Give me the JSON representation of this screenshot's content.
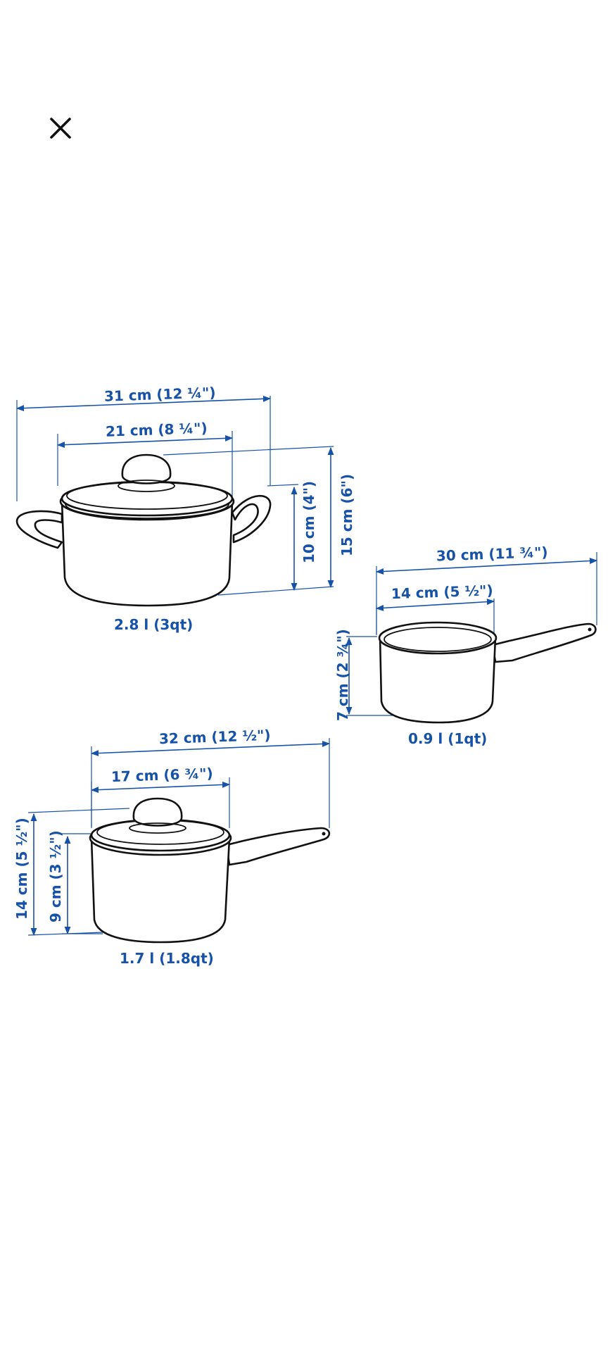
{
  "toolbar": {
    "close_icon": "close-icon"
  },
  "colors": {
    "dimension_blue": "#1752a9",
    "line_black": "#111111",
    "background": "#ffffff"
  },
  "casserole": {
    "width_handles": "31 cm (12 ¼\")",
    "width_body": "21 cm (8 ¼\")",
    "height_total": "15 cm (6\")",
    "height_body": "10 cm (4\")",
    "volume": "2.8 l (3qt)"
  },
  "small_saucepan": {
    "length_total": "30 cm (11 ¾\")",
    "width_body": "14 cm (5 ½\")",
    "height_body": "7 cm (2 ¾\")",
    "volume": "0.9 l (1qt)"
  },
  "saucepan_lid": {
    "length_total": "32 cm (12 ½\")",
    "width_body": "17 cm (6 ¾\")",
    "height_total": "14 cm (5 ½\")",
    "height_body": "9 cm (3 ½\")",
    "volume": "1.7 l (1.8qt)"
  }
}
